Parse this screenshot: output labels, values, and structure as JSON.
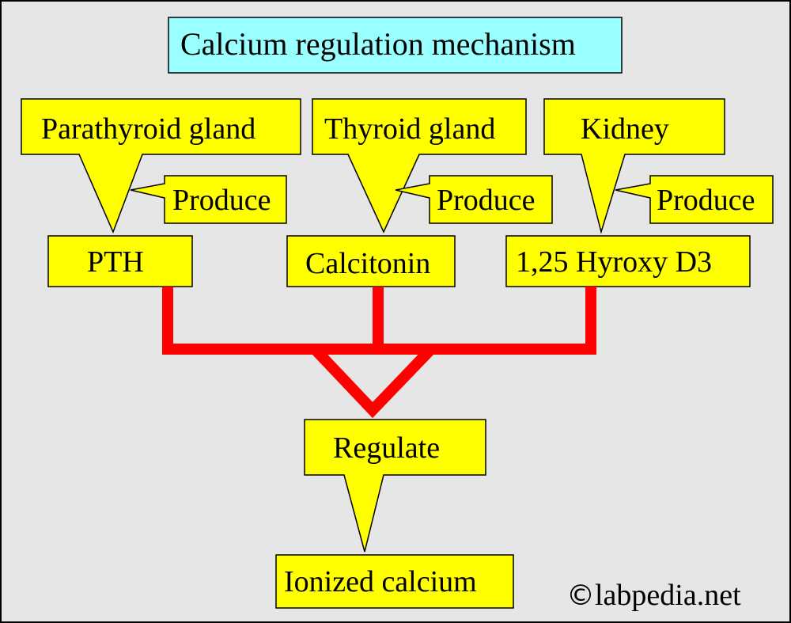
{
  "title": "Calcium regulation mechanism",
  "sources": [
    {
      "gland": "Parathyroid gland",
      "action": "Produce",
      "hormone": "PTH"
    },
    {
      "gland": "Thyroid gland",
      "action": "Produce",
      "hormone": "Calcitonin"
    },
    {
      "gland": "Kidney",
      "action": "Produce",
      "hormone": "1,25 Hyroxy D3"
    }
  ],
  "regulate": "Regulate",
  "target": "Ionized calcium",
  "credit": {
    "symbol": "©",
    "text": "labpedia.net"
  },
  "colors": {
    "background": "#e6e6e6",
    "title_fill": "#99ffff",
    "box_fill": "#ffff00",
    "connector": "#ff0000"
  }
}
